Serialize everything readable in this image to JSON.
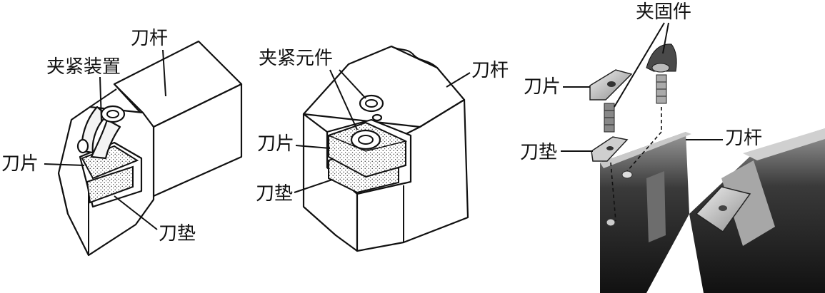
{
  "figure_a": {
    "label_holder": "刀杆",
    "label_clamp_device": "夹紧装置",
    "label_insert": "刀片",
    "label_shim": "刀垫"
  },
  "figure_b": {
    "label_clamp_element": "夹紧元件",
    "label_holder": "刀杆",
    "label_insert": "刀片",
    "label_shim": "刀垫"
  },
  "figure_c": {
    "label_fastener": "夹固件",
    "label_insert": "刀片",
    "label_shim": "刀垫",
    "label_holder": "刀杆"
  },
  "colors": {
    "line": "#111111",
    "photo_dark": "#1a1a1a",
    "photo_mid": "#8a8a8a",
    "photo_light": "#d9d9d9"
  }
}
